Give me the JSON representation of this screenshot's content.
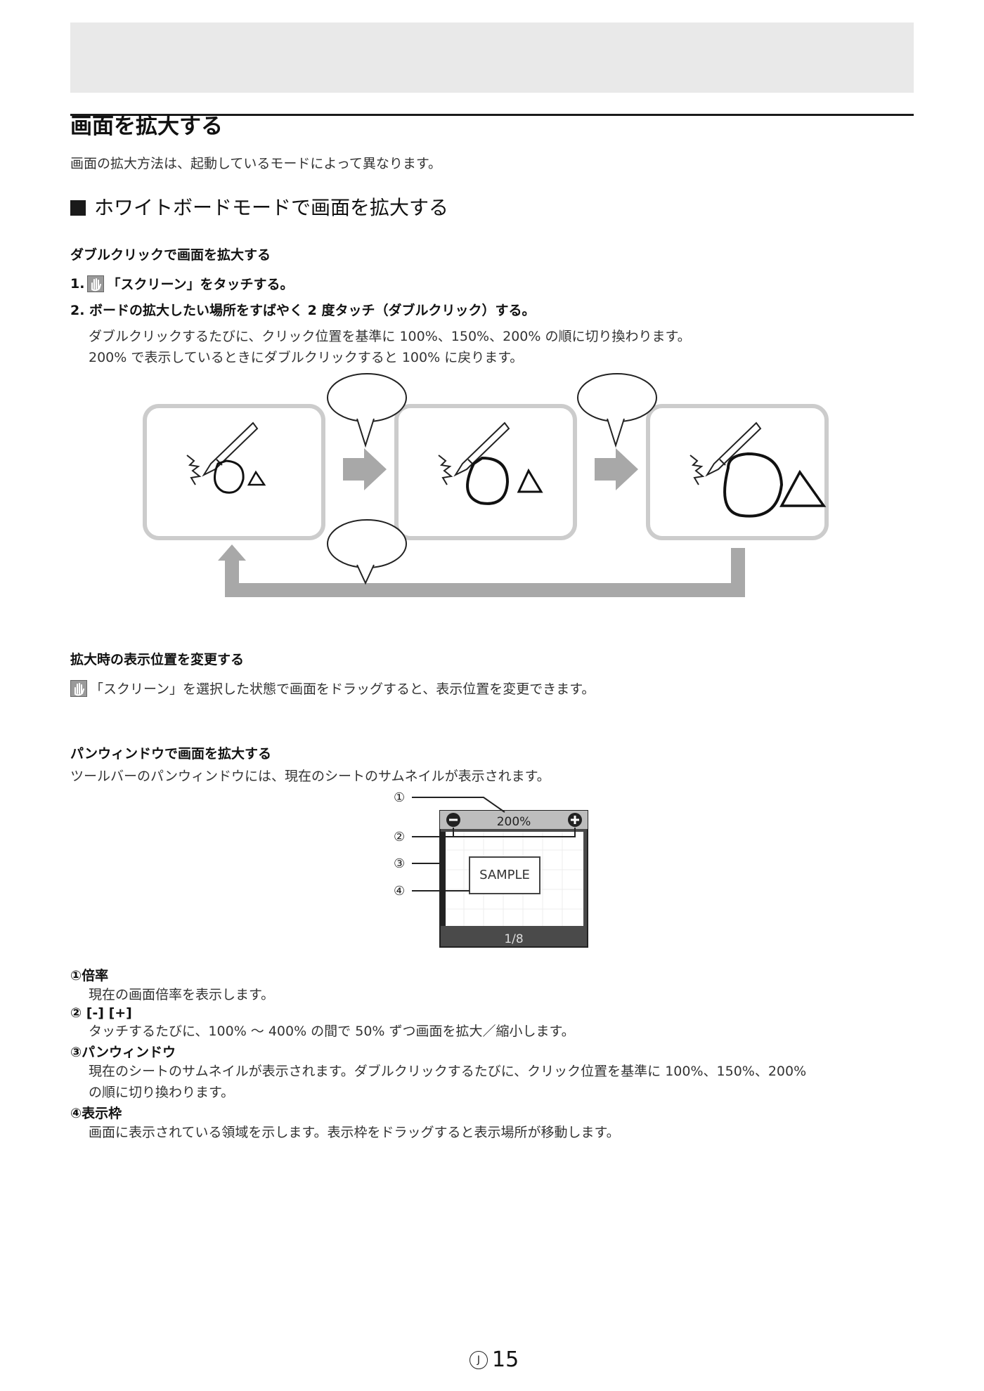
{
  "page": {
    "title": "画面を拡大する",
    "intro": "画面の拡大方法は、起動しているモードによって異なります。"
  },
  "section": {
    "heading": "ホワイトボードモードで画面を拡大する",
    "double_click": {
      "heading": "ダブルクリックで画面を拡大する",
      "step1_num": "1.",
      "step1_text": "「スクリーン」をタッチする。",
      "step2": "2. ボードの拡大したい場所をすばやく 2 度タッチ（ダブルクリック）する。",
      "desc1": "ダブルクリックするたびに、クリック位置を基準に 100%、150%、200% の順に切り換わります。",
      "desc2": "200% で表示しているときにダブルクリックすると 100% に戻ります。"
    },
    "position": {
      "heading": "拡大時の表示位置を変更する",
      "text": "「スクリーン」を選択した状態で画面をドラッグすると、表示位置を変更できます。"
    },
    "pan": {
      "heading": "パンウィンドウで画面を拡大する",
      "intro": "ツールバーのパンウィンドウには、現在のシートのサムネイルが表示されます。",
      "zoom_value": "200%",
      "sample_text": "SAMPLE",
      "page_indicator": "1/8",
      "callouts": [
        "①",
        "②",
        "③",
        "④"
      ]
    },
    "items": [
      {
        "label": "①倍率",
        "desc": "現在の画面倍率を表示します。"
      },
      {
        "label": "② [-] [+]",
        "desc": "タッチするたびに、100% ～ 400% の間で 50% ずつ画面を拡大／縮小します。"
      },
      {
        "label": "③パンウィンドウ",
        "desc": "現在のシートのサムネイルが表示されます。ダブルクリックするたびに、クリック位置を基準に 100%、150%、200%",
        "desc2": "の順に切り換わります。"
      },
      {
        "label": "④表示枠",
        "desc": "画面に表示されている領域を示します。表示枠をドラッグすると表示場所が移動します。"
      }
    ]
  },
  "footer": {
    "lang_mark": "J",
    "page_number": "15"
  }
}
